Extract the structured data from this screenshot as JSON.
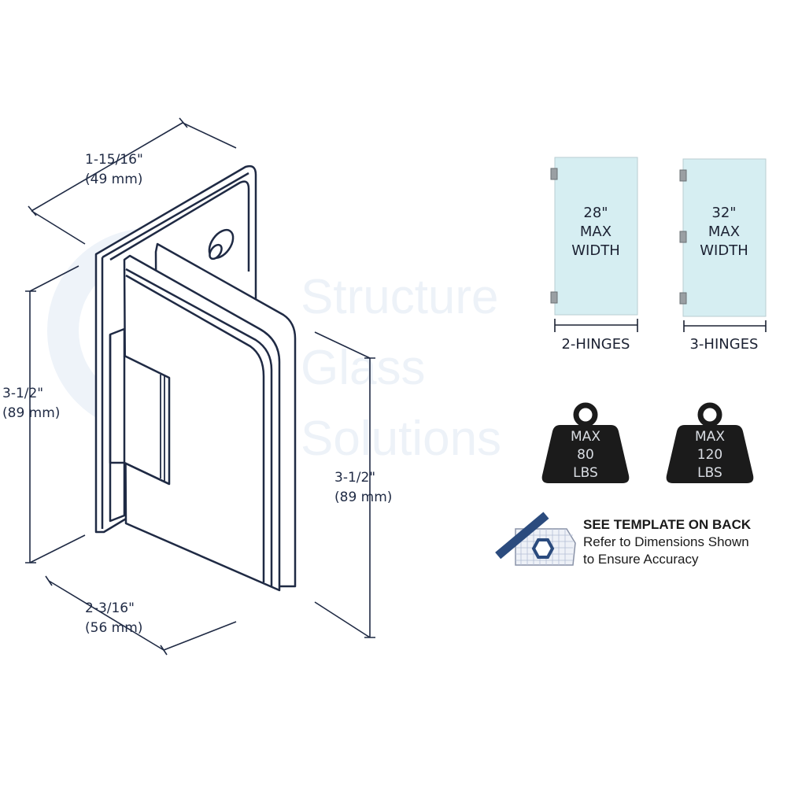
{
  "watermark": [
    "Structure",
    "Glass",
    "Solutions"
  ],
  "dimensions": {
    "depth": {
      "imperial": "1-15/16\"",
      "metric": "(49 mm)"
    },
    "back_height": {
      "imperial": "3-1/2\"",
      "metric": "(89 mm)"
    },
    "front_height": {
      "imperial": "3-1/2\"",
      "metric": "(89 mm)"
    },
    "width": {
      "imperial": "2-3/16\"",
      "metric": "(56 mm)"
    }
  },
  "panels": [
    {
      "width": "28\"",
      "line1": "MAX",
      "line2": "WIDTH",
      "label": "2-HINGES",
      "hinges": 2
    },
    {
      "width": "32\"",
      "line1": "MAX",
      "line2": "WIDTH",
      "label": "3-HINGES",
      "hinges": 3
    }
  ],
  "weights": [
    {
      "line1": "MAX",
      "line2": "80",
      "line3": "LBS"
    },
    {
      "line1": "MAX",
      "line2": "120",
      "line3": "LBS"
    }
  ],
  "template": {
    "title": "SEE TEMPLATE ON BACK",
    "line1": "Refer to Dimensions Shown",
    "line2": "to Ensure Accuracy"
  },
  "colors": {
    "line": "#1f2a44",
    "glass": "#d6eef2",
    "weight": "#1b1b1b",
    "ruler": "#2b4b7e"
  }
}
